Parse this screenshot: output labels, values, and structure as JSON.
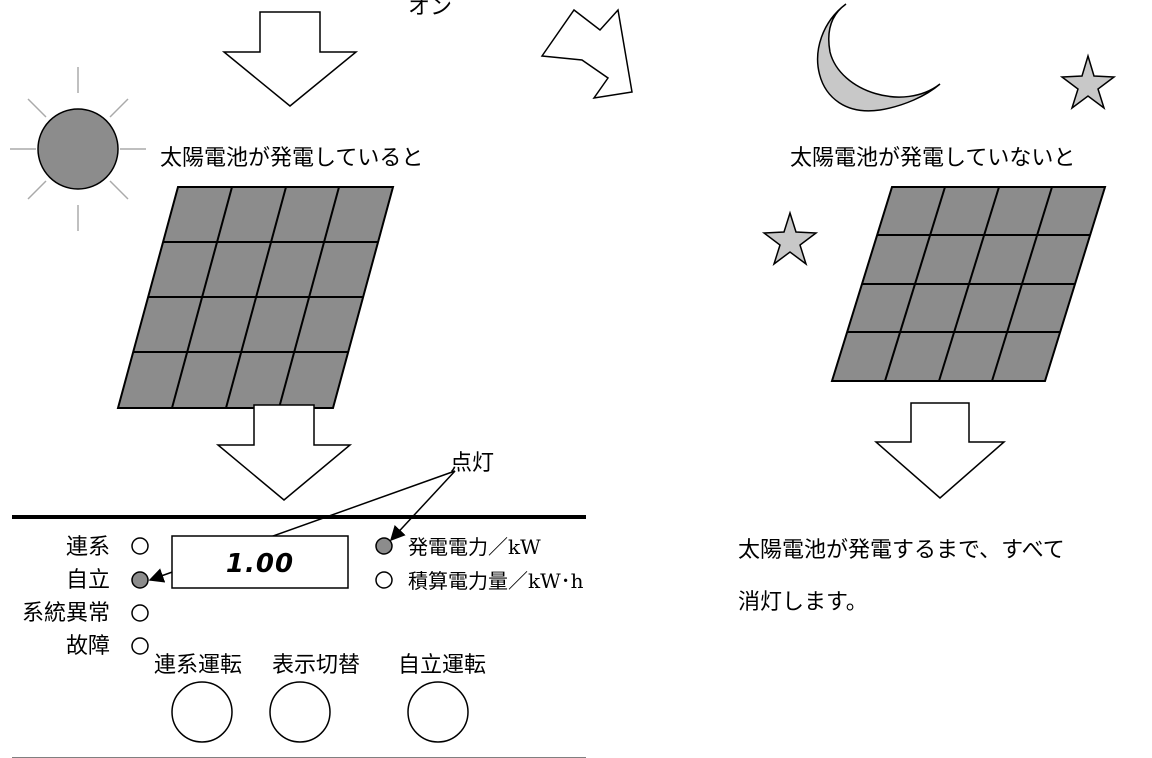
{
  "top_cut_text": "オン",
  "left_scene": {
    "caption": "太陽電池が発電していると"
  },
  "right_scene": {
    "caption": "太陽電池が発電していないと",
    "note_line1": "太陽電池が発電するまで、すべて",
    "note_line2": "消灯します。"
  },
  "callout": "点灯",
  "panel": {
    "display_value": "1.00",
    "indicators": [
      {
        "label": "連系",
        "state": "off"
      },
      {
        "label": "自立",
        "state": "on"
      },
      {
        "label": "系統異常",
        "state": "off"
      },
      {
        "label": "故障",
        "state": "off"
      }
    ],
    "mode_lamps": [
      {
        "label": "発電電力／kW",
        "state": "on"
      },
      {
        "label": "積算電力量／kW･h",
        "state": "off"
      }
    ],
    "buttons": [
      {
        "label": "連系運転"
      },
      {
        "label": "表示切替"
      },
      {
        "label": "自立運転"
      }
    ]
  },
  "colors": {
    "lamp_on": "#8c8c8c",
    "sun": "#8c8c8c",
    "panel_cell": "#8c8c8c",
    "moon": "#c8c8c8",
    "star": "#c8c8c8",
    "line": "#000000"
  },
  "icons": [
    "sun-icon",
    "moon-icon",
    "star-icon",
    "solar-panel-icon",
    "down-arrow-icon",
    "diagonal-arrow-icon"
  ]
}
